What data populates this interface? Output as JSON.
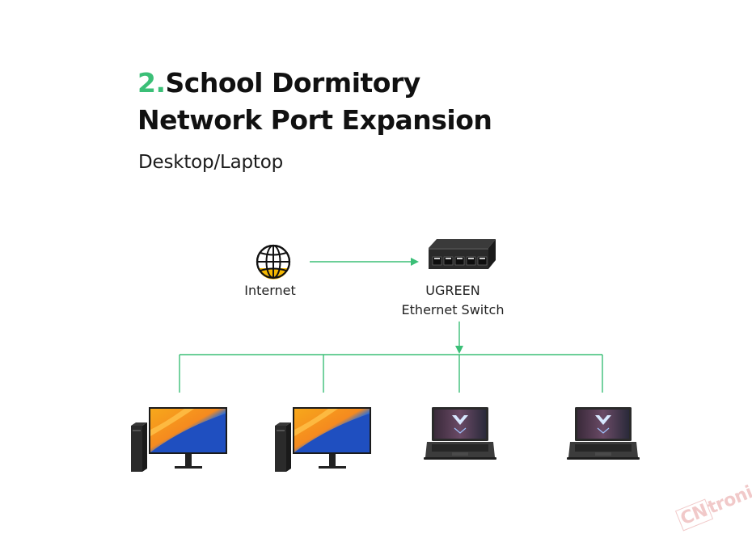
{
  "header": {
    "title_number": "2.",
    "title_line1": "School Dormitory",
    "title_line2": "Network Port Expansion",
    "subtitle": "Desktop/Laptop"
  },
  "nodes": {
    "internet_label": "Internet",
    "switch_label_line1": "UGREEN",
    "switch_label_line2": "Ethernet Switch"
  },
  "devices": [
    "desktop",
    "desktop",
    "laptop",
    "laptop"
  ],
  "watermark": {
    "prefix": "CN",
    "suffix": "tronic"
  },
  "colors": {
    "accent": "#3bbf77",
    "connector": "#3bbf77",
    "text": "#111111"
  }
}
